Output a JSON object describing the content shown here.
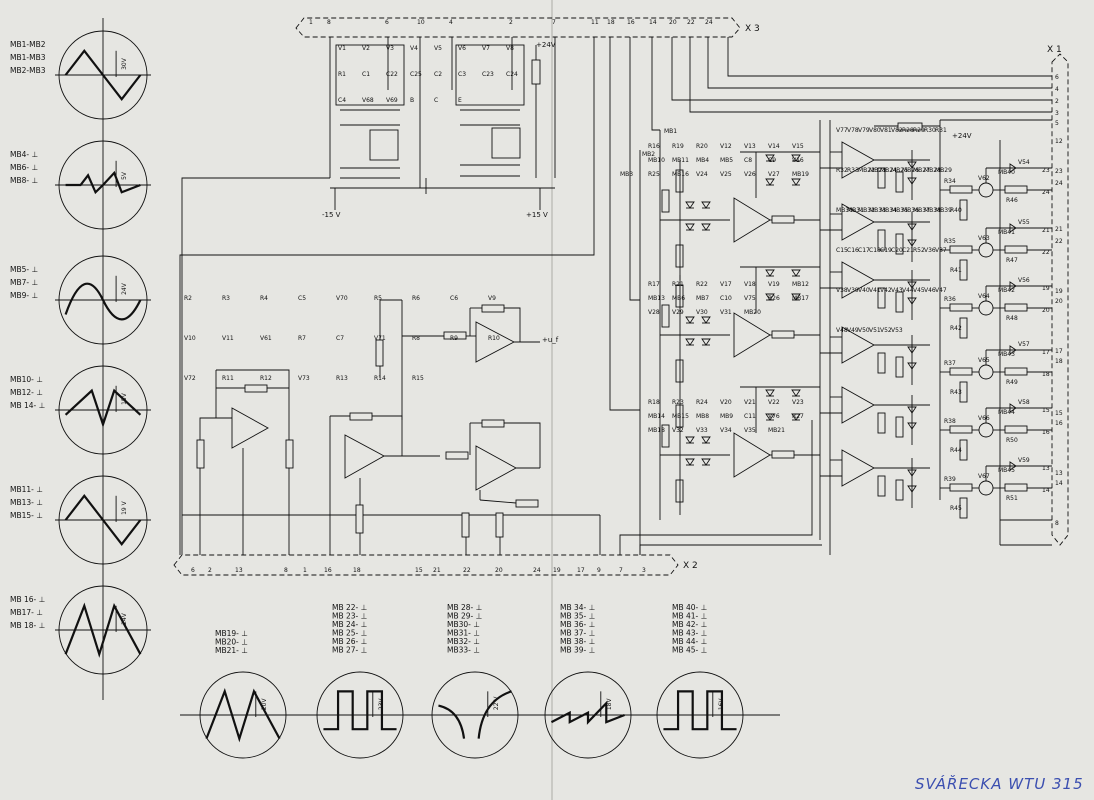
{
  "title": "SVÁŘECKA WTU 315",
  "connectors": {
    "top": "X 3",
    "bottom": "X 2",
    "right": "X 1"
  },
  "top_pins": [
    "1",
    "8",
    "6",
    "10",
    "4",
    "2",
    "7",
    "11",
    "18",
    "16",
    "14",
    "20",
    "22",
    "24"
  ],
  "bottom_pins": [
    "6",
    "2",
    "13",
    "8",
    "1",
    "16",
    "18",
    "15",
    "21",
    "22",
    "20",
    "24",
    "19",
    "17",
    "9",
    "7",
    "3"
  ],
  "right_pins": [
    "6",
    "4",
    "2",
    "3",
    "5",
    "12",
    "23",
    "24",
    "21",
    "22",
    "19",
    "20",
    "17",
    "18",
    "15",
    "16",
    "13",
    "14",
    "8"
  ],
  "supplies": {
    "neg15": "-15 V",
    "pos15": "+15 V",
    "pos24": "+24V",
    "uf": "+u_f"
  },
  "scopes_left": [
    {
      "labels": [
        "MB1-MB2",
        "MB1-MB3",
        "MB2-MB3"
      ],
      "amp": "30V"
    },
    {
      "labels": [
        "MB4- ⊥",
        "MB6- ⊥",
        "MB8- ⊥"
      ],
      "amp": "5V"
    },
    {
      "labels": [
        "MB5- ⊥",
        "MB7- ⊥",
        "MB9- ⊥"
      ],
      "amp": "24V"
    },
    {
      "labels": [
        "MB10- ⊥",
        "MB12- ⊥",
        "MB 14- ⊥"
      ],
      "amp": "15V"
    },
    {
      "labels": [
        "MB11- ⊥",
        "MB13- ⊥",
        "MB15- ⊥"
      ],
      "amp": "19 V"
    },
    {
      "labels": [
        "MB 16- ⊥",
        "MB17- ⊥",
        "MB 18- ⊥"
      ],
      "amp": "24V"
    }
  ],
  "scopes_bottom": [
    {
      "labels": [
        "MB19- ⊥",
        "MB20- ⊥",
        "MB21- ⊥"
      ],
      "amp": "20V"
    },
    {
      "labels": [
        "MB 22- ⊥",
        "MB 23- ⊥",
        "MB 24- ⊥",
        "MB 25- ⊥",
        "MB 26- ⊥",
        "MB 27- ⊥"
      ],
      "amp": "23V"
    },
    {
      "labels": [
        "MB 28- ⊥",
        "MB 29- ⊥",
        "MB30- ⊥",
        "MB31- ⊥",
        "MB32- ⊥",
        "MB33- ⊥"
      ],
      "amp": "22 V"
    },
    {
      "labels": [
        "MB 34- ⊥",
        "MB 35- ⊥",
        "MB 36- ⊥",
        "MB 37- ⊥",
        "MB 38- ⊥",
        "MB 39- ⊥"
      ],
      "amp": "18V"
    },
    {
      "labels": [
        "MB 40- ⊥",
        "MB 41- ⊥",
        "MB 42- ⊥",
        "MB 43- ⊥",
        "MB 44- ⊥",
        "MB 45- ⊥"
      ],
      "amp": "16V"
    }
  ],
  "components": {
    "sync": [
      "V1",
      "V2",
      "V3",
      "V4",
      "V5",
      "V6",
      "V7",
      "V8",
      "R1",
      "C1",
      "C22",
      "C25",
      "C2",
      "C3",
      "C23",
      "C24",
      "C4",
      "V68",
      "V69",
      "B",
      "C",
      "E"
    ],
    "central": [
      "R2",
      "R3",
      "R4",
      "C5",
      "V70",
      "R5",
      "R6",
      "C6",
      "V9",
      "V10",
      "V11",
      "V61",
      "R7",
      "C7",
      "V71",
      "R8",
      "R9",
      "R10",
      "V72",
      "R11",
      "R12",
      "V73",
      "R13",
      "R14",
      "R15"
    ],
    "channel1": [
      "R16",
      "R19",
      "R20",
      "V12",
      "V13",
      "V14",
      "V15",
      "MB10",
      "MB11",
      "MB4",
      "MB5",
      "C8",
      "C9",
      "V16",
      "R25",
      "MB16",
      "V24",
      "V25",
      "V26",
      "V27",
      "MB19"
    ],
    "channel2": [
      "R17",
      "R21",
      "R22",
      "V17",
      "V18",
      "V19",
      "MB12",
      "MB13",
      "MB6",
      "MB7",
      "C10",
      "V75",
      "R26",
      "MB17",
      "V28",
      "V29",
      "V30",
      "V31",
      "MB20"
    ],
    "channel3": [
      "R18",
      "R23",
      "R24",
      "V20",
      "V21",
      "V22",
      "V23",
      "MB14",
      "MB15",
      "MB8",
      "MB9",
      "C11",
      "V76",
      "R27",
      "MB18",
      "V32",
      "V33",
      "V34",
      "V35",
      "MB21"
    ],
    "outputs": [
      "V77",
      "V78",
      "V79",
      "V80",
      "V81",
      "V82",
      "R28",
      "R29",
      "R30",
      "R31",
      "R32",
      "R33",
      "MB22",
      "MB23",
      "MB24",
      "MB25",
      "MB26",
      "MB27",
      "MB28",
      "MB29",
      "MB30",
      "MB31",
      "MB32",
      "MB33",
      "MB34",
      "MB35",
      "MB36",
      "MB37",
      "MB38",
      "MB39",
      "C15",
      "C16",
      "C17",
      "C18",
      "C19",
      "C20",
      "C21",
      "R52",
      "V36",
      "V37",
      "V38",
      "V39",
      "V40",
      "V41",
      "V42",
      "V43",
      "V44",
      "V45",
      "V46",
      "V47",
      "V48",
      "V49",
      "V50",
      "V51",
      "V52",
      "V53"
    ],
    "drivers": [
      {
        "tr": "V62",
        "rb": "R34",
        "rs": "R40",
        "rc": "R46",
        "d": "V54",
        "mb": "MB40",
        "pins": [
          "23",
          "24"
        ]
      },
      {
        "tr": "V63",
        "rb": "R35",
        "rs": "R41",
        "rc": "R47",
        "d": "V55",
        "mb": "MB41",
        "pins": [
          "21",
          "22"
        ]
      },
      {
        "tr": "V64",
        "rb": "R36",
        "rs": "R42",
        "rc": "R48",
        "d": "V56",
        "mb": "MB42",
        "pins": [
          "19",
          "20"
        ]
      },
      {
        "tr": "V65",
        "rb": "R37",
        "rs": "R43",
        "rc": "R49",
        "d": "V57",
        "mb": "MB43",
        "pins": [
          "17",
          "18"
        ]
      },
      {
        "tr": "V66",
        "rb": "R38",
        "rs": "R44",
        "rc": "R50",
        "d": "V58",
        "mb": "MB44",
        "pins": [
          "15",
          "16"
        ]
      },
      {
        "tr": "V67",
        "rb": "R39",
        "rs": "R45",
        "rc": "R51",
        "d": "V59",
        "mb": "MB45",
        "pins": [
          "13",
          "14"
        ]
      }
    ],
    "nets": [
      "MB1",
      "MB2",
      "MB3"
    ]
  }
}
